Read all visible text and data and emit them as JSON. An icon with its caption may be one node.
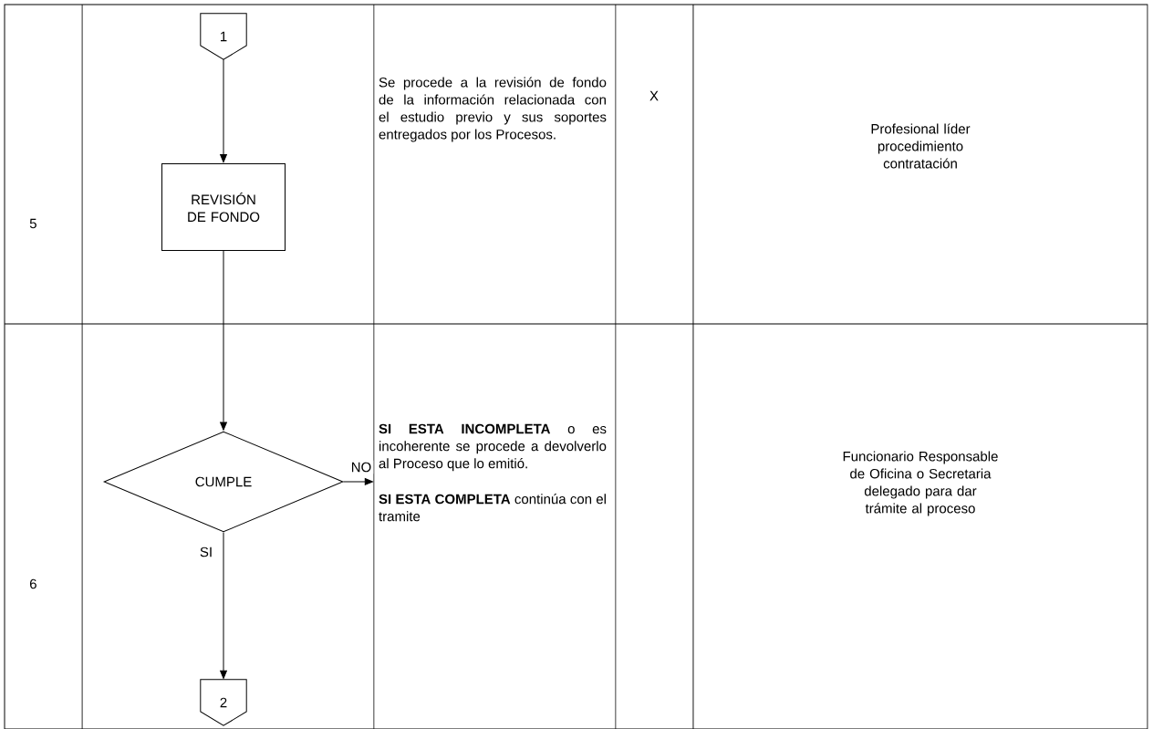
{
  "diagram": {
    "nodes": [
      {
        "text": [
          "1"
        ]
      },
      {
        "text": [
          "REVISIÓN DE FONDO"
        ]
      },
      {
        "text": [
          "CUMPLE"
        ]
      },
      {
        "text": [
          "2"
        ]
      },
      {
        "text": [
          "**SI ESTA INCOMPLETA** o es incoherente se procede a devolverlo al Proceso que lo emitió.",
          "**SI ESTA COMPLETA** continúa con el tramite"
        ]
      }
    ],
    "edges": [
      {
        "from": 0,
        "to": 1,
        "arrow": "to"
      },
      {
        "from": 1,
        "to": 2,
        "arrow": "to"
      },
      {
        "from": 2,
        "to": 4,
        "arrow": "to",
        "label": "NO"
      },
      {
        "from": 2,
        "to": 3,
        "arrow": "to",
        "label": "SI"
      }
    ],
    "labels": [
      "5",
      "Se procede a la revisión de fondo de la información relacionada con el estudio previo y sus soportes entregados por los Procesos.",
      "X",
      "Profesional líder procedimiento contratación",
      "6",
      "Funcionario Responsable de Oficina o Secretaria delegado para dar trámite al proceso"
    ]
  }
}
